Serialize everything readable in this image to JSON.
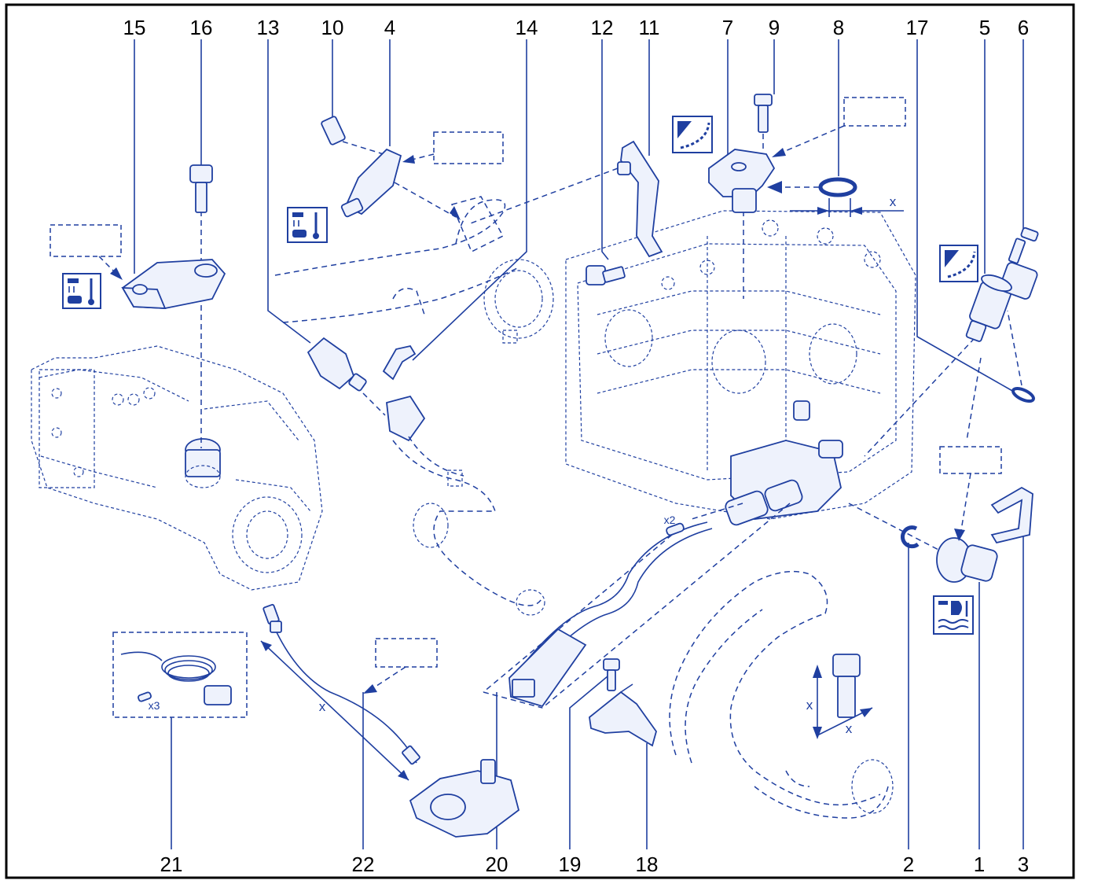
{
  "labels": {
    "p15": "15",
    "p16": "16",
    "p13": "13",
    "p10": "10",
    "p4": "4",
    "p14": "14",
    "p12": "12",
    "p11": "11",
    "p7": "7",
    "p9": "9",
    "p8": "8",
    "p17": "17",
    "p5": "5",
    "p6": "6",
    "p21": "21",
    "p22": "22",
    "p20": "20",
    "p19": "19",
    "p18": "18",
    "p2": "2",
    "p1": "1",
    "p3": "3"
  },
  "annotations": {
    "dim_x": "x",
    "qty_x2": "x2",
    "qty_x3": "x3"
  },
  "colors": {
    "line": "#1f3fa0",
    "frame": "#000000",
    "fill": "#eef2fc"
  },
  "icons": [
    "sensor-angle-icon",
    "temperature-sensor-icon",
    "coolant-temperature-icon"
  ]
}
